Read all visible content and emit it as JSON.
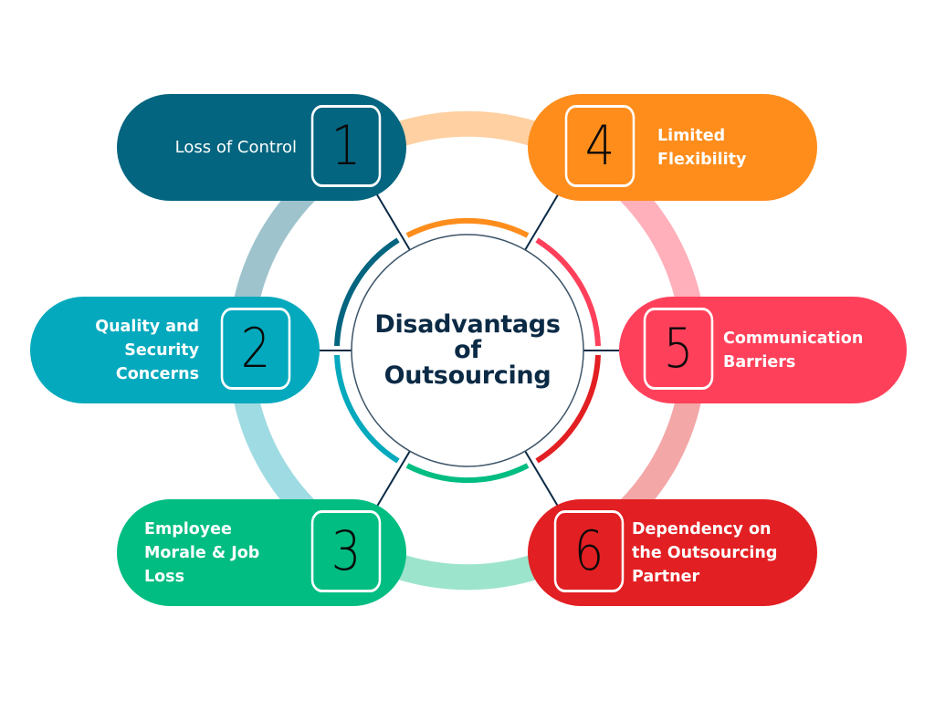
{
  "title": {
    "lines": [
      "Disadvantags",
      "of",
      "Outsourcing"
    ],
    "color": "#0b2a45"
  },
  "items": [
    {
      "number": "1",
      "label_lines": [
        "Loss of Control"
      ],
      "color": "#03657f",
      "outer_ring_color": "#9ec3cd",
      "inner_arc_color": "#03657f"
    },
    {
      "number": "2",
      "label_lines": [
        "Quality and",
        "Security",
        "Concerns"
      ],
      "color": "#04a9bd",
      "outer_ring_color": "#9fdbe2",
      "inner_arc_color": "#04a9bd"
    },
    {
      "number": "3",
      "label_lines": [
        "Employee",
        "Morale & Job",
        "Loss"
      ],
      "color": "#01bd82",
      "outer_ring_color": "#9de4cc",
      "inner_arc_color": "#01bd82"
    },
    {
      "number": "4",
      "label_lines": [
        "Limited",
        "Flexibility"
      ],
      "color": "#fe8d1c",
      "outer_ring_color": "#fed0a2",
      "inner_arc_color": "#fe8d1c"
    },
    {
      "number": "5",
      "label_lines": [
        "Communication",
        "Barriers"
      ],
      "color": "#ff405a",
      "outer_ring_color": "#ffb0bb",
      "inner_arc_color": "#ff405a"
    },
    {
      "number": "6",
      "label_lines": [
        "Dependency on",
        "the Outsourcing",
        "Partner"
      ],
      "color": "#e21f22",
      "outer_ring_color": "#f3a7a7",
      "inner_arc_color": "#e21f22"
    }
  ],
  "connector_color": "#0b2a45"
}
